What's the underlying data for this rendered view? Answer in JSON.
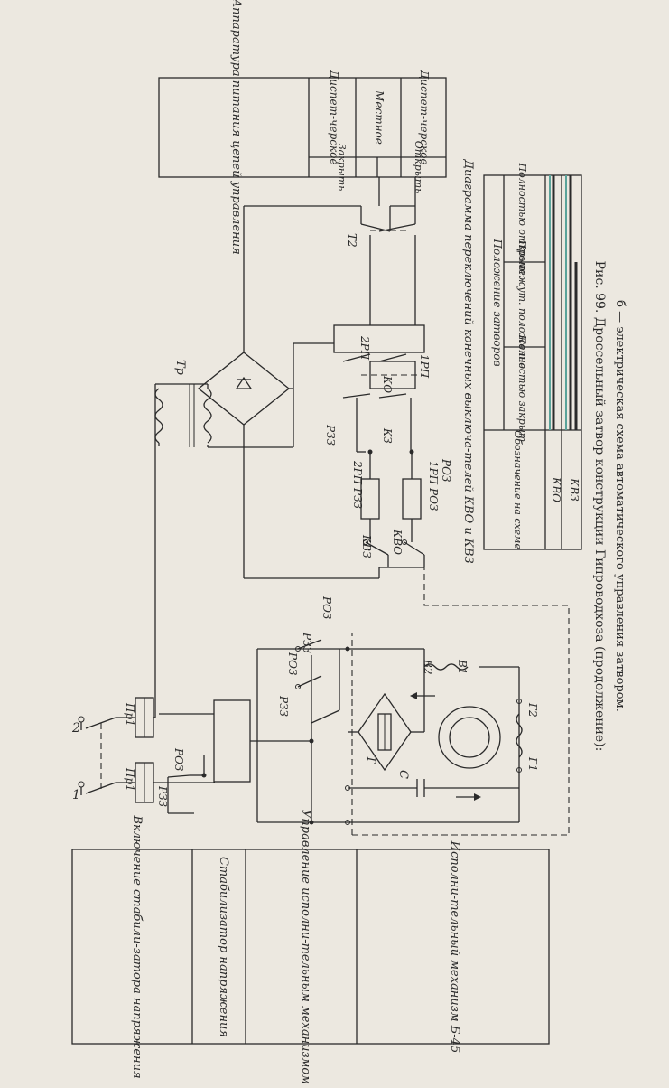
{
  "caption": {
    "line1": "Рис. 99. Дроссельный затвор конструкции Гипроводхоза (продолжение):",
    "line2": "б — электрическая схема автоматического управления затвором."
  },
  "left_table": [
    "Включение стабили-затора напряжения",
    "Стабилизатор напряжения",
    "Управление исполни-тельным механизмом",
    "Исполни-тельный механизм Б-45"
  ],
  "right_table": {
    "header": "Аппаратура питания цепей управления",
    "rows": [
      {
        "label": "Закрыть",
        "cells": [
          "Диспет-черское",
          "Местное"
        ]
      },
      {
        "label": "Открыть",
        "cells": [
          "Диспет-черское"
        ]
      }
    ]
  },
  "switch_diagram": {
    "title": "Диаграмма переключений конечных выключа-телей КВО и КВЗ",
    "col_header": "Обозначение на схеме",
    "group_header": "Положение затворов",
    "positions": [
      "Полностью закрыт",
      "Промежут. положение",
      "Полностью открыт"
    ],
    "rows": [
      "КВО",
      "КВЗ"
    ]
  },
  "labels": {
    "term1": "1",
    "term2": "2",
    "fuse1": "Пр1",
    "fuse2": "Пр1",
    "rzz": "РЗЗ",
    "roz": "РОЗ",
    "tr": "Тр",
    "t": "Т",
    "c": "С",
    "g1": "Г1",
    "g2": "Г2",
    "v1": "В1",
    "v2": "В2",
    "kvz": "КВЗ",
    "kvo": "КВО",
    "k3": "КЗ",
    "ko": "КО",
    "rp1": "1РП",
    "rp2": "2РП",
    "t2": "Т2"
  },
  "colors": {
    "ink": "#2a2a2a",
    "paper": "#ece8e0",
    "mark_teal": "#5aa39a"
  }
}
